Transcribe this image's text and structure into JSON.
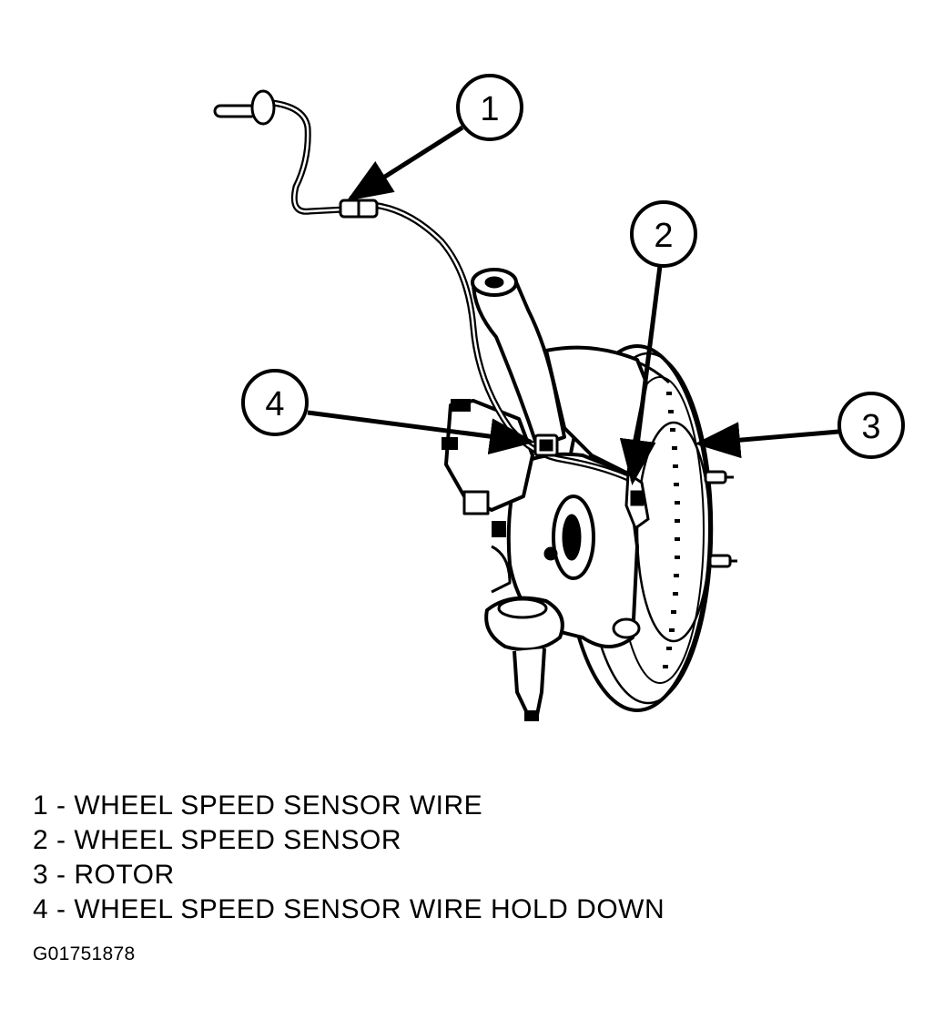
{
  "callouts": [
    {
      "number": "1",
      "label": "WHEEL SPEED SENSOR WIRE"
    },
    {
      "number": "2",
      "label": "WHEEL SPEED SENSOR"
    },
    {
      "number": "3",
      "label": "ROTOR"
    },
    {
      "number": "4",
      "label": "WHEEL SPEED SENSOR WIRE HOLD DOWN"
    }
  ],
  "legend": [
    "1 - WHEEL SPEED SENSOR WIRE",
    "2 - WHEEL SPEED SENSOR",
    "3 - ROTOR",
    "4 - WHEEL SPEED SENSOR WIRE HOLD DOWN"
  ],
  "figure_id": "G01751878",
  "colors": {
    "ink": "#000000",
    "paper": "#ffffff"
  }
}
